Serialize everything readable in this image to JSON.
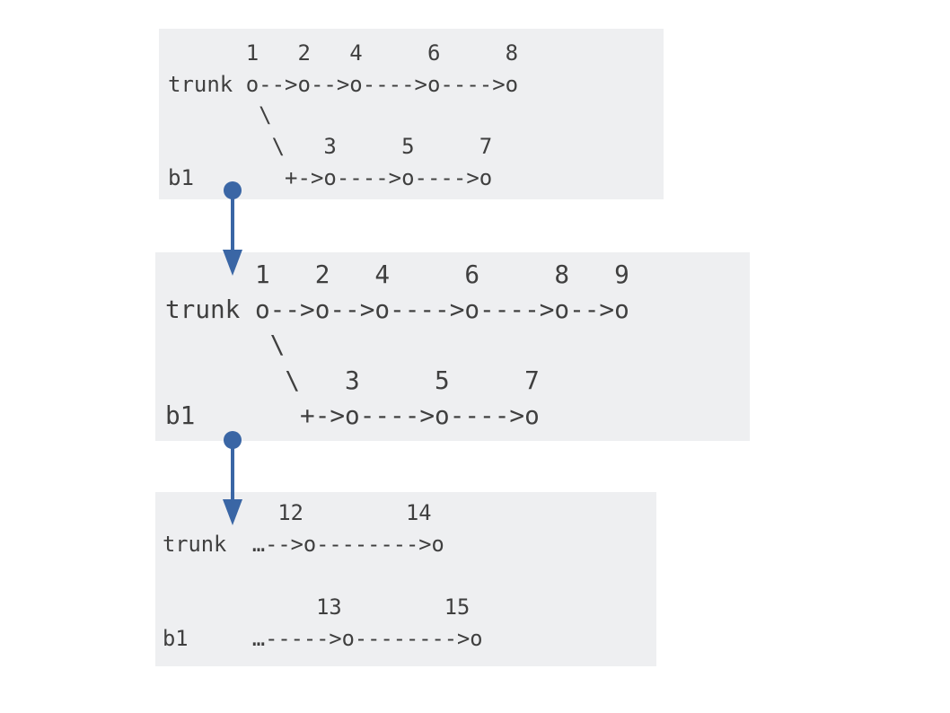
{
  "panels": [
    {
      "lines": [
        "      1   2   4     6     8",
        "trunk o-->o-->o---->o---->o",
        "       \\",
        "        \\   3     5     7",
        "b1       +->o---->o---->o"
      ]
    },
    {
      "lines": [
        "      1   2   4     6     8   9",
        "trunk o-->o-->o---->o---->o-->o",
        "       \\",
        "        \\   3     5     7",
        "b1       +->o---->o---->o"
      ]
    },
    {
      "lines": [
        "         12        14",
        "trunk  …-->o-------->o",
        "",
        "            13        15",
        "b1     …----->o-------->o"
      ]
    }
  ],
  "colors": {
    "panel_background": "#eeeff1",
    "text": "#3f3f3f",
    "arrow": "#3a66a5"
  }
}
